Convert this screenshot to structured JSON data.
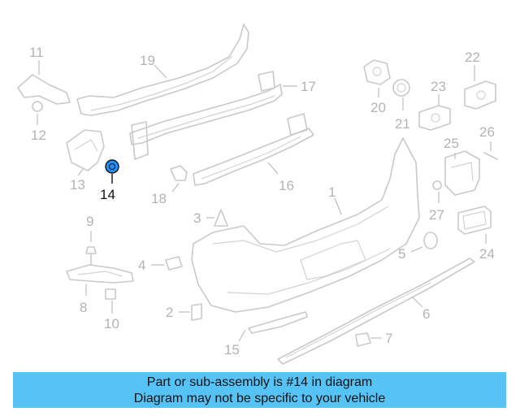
{
  "diagram": {
    "highlighted_part": "14",
    "highlight_color": "#1e90ff",
    "labels": {
      "p1": "1",
      "p2": "2",
      "p3": "3",
      "p4": "4",
      "p5": "5",
      "p6": "6",
      "p7": "7",
      "p8": "8",
      "p9": "9",
      "p10": "10",
      "p11": "11",
      "p12": "12",
      "p13": "13",
      "p14": "14",
      "p15": "15",
      "p16": "16",
      "p17": "17",
      "p18": "18",
      "p19": "19",
      "p20": "20",
      "p21": "21",
      "p22": "22",
      "p23": "23",
      "p24": "24",
      "p25": "25",
      "p26": "26",
      "p27": "27"
    }
  },
  "banner": {
    "background": "#55c3f5",
    "line1": "Part or sub-assembly is #14 in diagram",
    "line2": "Diagram may not be specific to your vehicle"
  }
}
